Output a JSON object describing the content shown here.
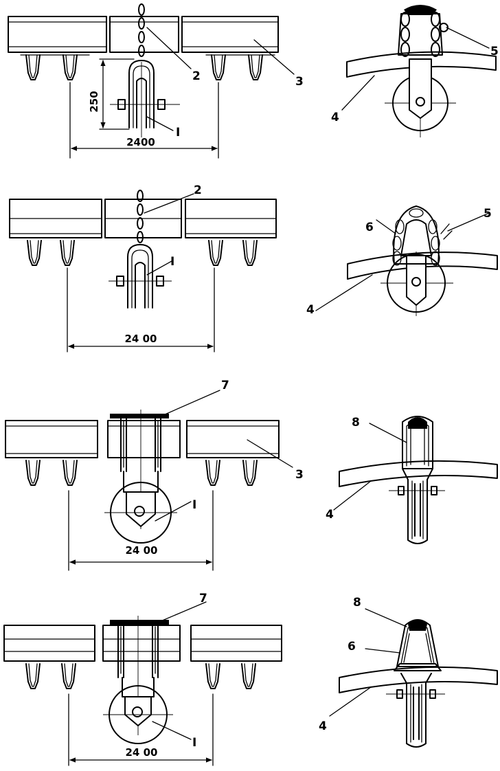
{
  "panels": [
    {
      "left": {
        "labels": [
          "2",
          "3",
          "I"
        ],
        "dims": [
          "250",
          "2400"
        ]
      },
      "right": {
        "labels": [
          "4",
          "5"
        ]
      }
    },
    {
      "left": {
        "labels": [
          "2",
          "I"
        ],
        "dims": [
          "24 00"
        ]
      },
      "right": {
        "labels": [
          "4",
          "5",
          "6"
        ]
      }
    },
    {
      "left": {
        "labels": [
          "7",
          "3",
          "I"
        ],
        "dims": [
          "24 00"
        ]
      },
      "right": {
        "labels": [
          "4",
          "8"
        ]
      }
    },
    {
      "left": {
        "labels": [
          "7",
          "I"
        ],
        "dims": [
          "24 00"
        ]
      },
      "right": {
        "labels": [
          "4",
          "6",
          "8"
        ]
      }
    }
  ],
  "colors": {
    "ink": "#000000",
    "paper": "#ffffff"
  }
}
